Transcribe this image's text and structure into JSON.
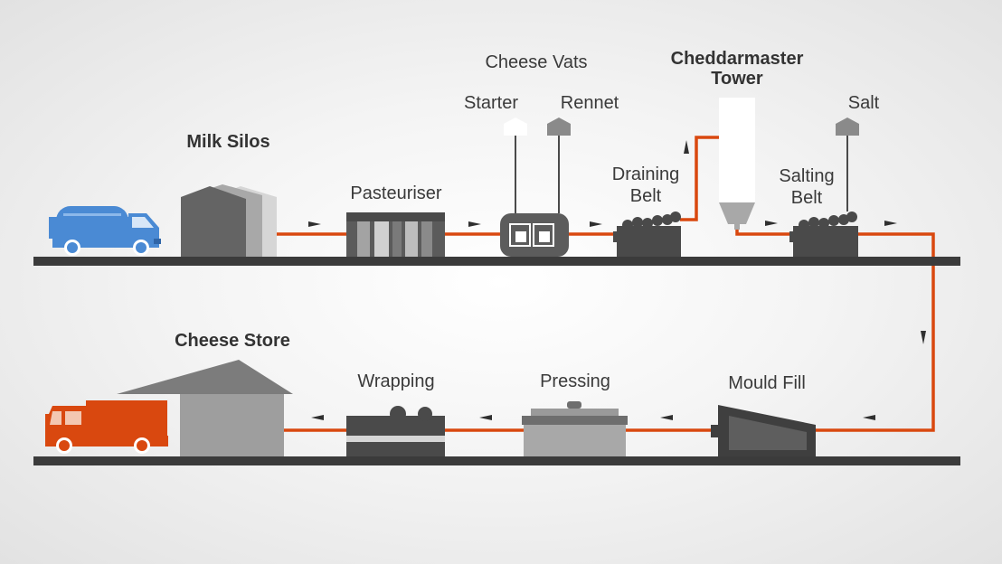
{
  "labels": {
    "milk_silos": "Milk Silos",
    "pasteuriser": "Pasteuriser",
    "cheese_vats": "Cheese Vats",
    "starter": "Starter",
    "rennet": "Rennet",
    "draining_belt_1": "Draining",
    "draining_belt_2": "Belt",
    "cheddarmaster_1": "Cheddarmaster",
    "cheddarmaster_2": "Tower",
    "salt": "Salt",
    "salting_belt_1": "Salting",
    "salting_belt_2": "Belt",
    "cheese_store": "Cheese Store",
    "wrapping": "Wrapping",
    "pressing": "Pressing",
    "mould_fill": "Mould Fill"
  },
  "colors": {
    "pipe": "#d9480f",
    "floor": "#3b3b3b",
    "equipment_dark": "#4a4a4a",
    "equipment_mid": "#8a8a8a",
    "equipment_light": "#c8c8c8",
    "milk_tanker": "#4a8ad4",
    "delivery_truck": "#d9480f",
    "background": "#efefef"
  },
  "icons": {
    "milk_tanker": "milk-tanker-truck-icon",
    "delivery_truck": "delivery-truck-icon",
    "flow_arrow": "flow-arrow-icon"
  }
}
